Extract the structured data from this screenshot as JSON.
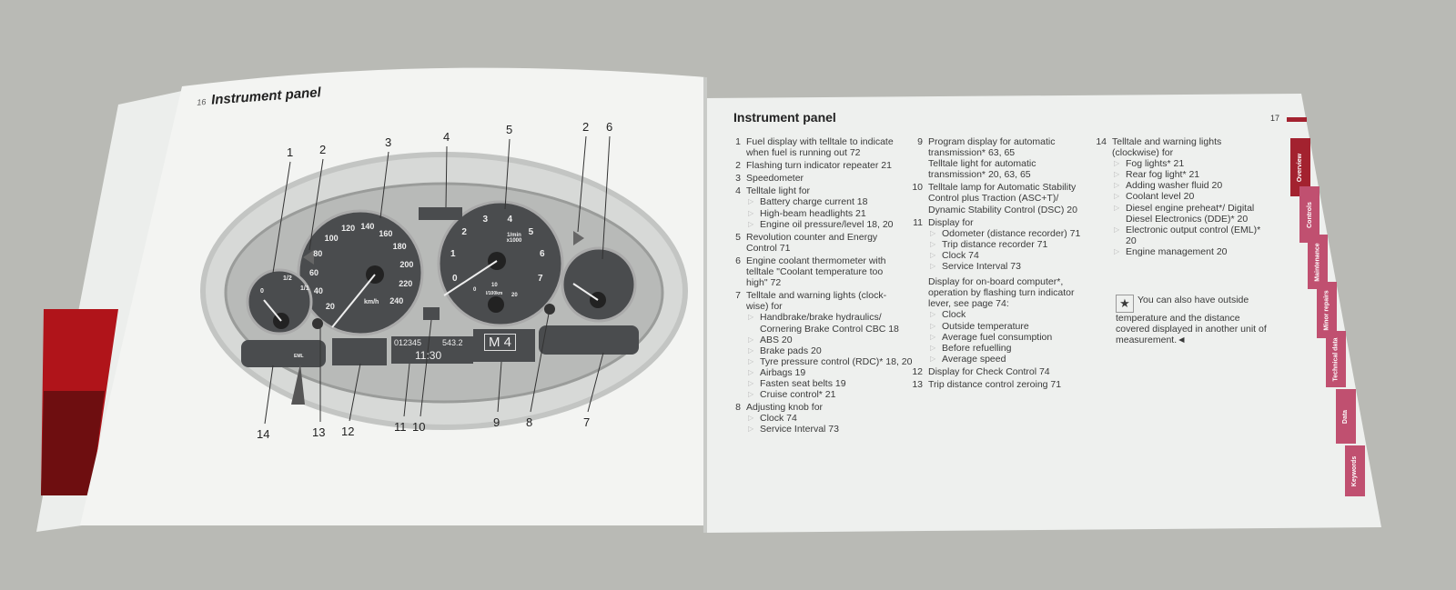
{
  "left_page": {
    "page_number": "16",
    "title": "Instrument panel",
    "callouts_top": [
      "1",
      "2",
      "3",
      "4",
      "5",
      "2",
      "6"
    ],
    "callouts_bottom": [
      "14",
      "13",
      "12",
      "11",
      "10",
      "9",
      "8",
      "7"
    ],
    "illustration": {
      "speedo_ticks": [
        "20",
        "40",
        "60",
        "80",
        "100",
        "120",
        "140",
        "160",
        "180",
        "200",
        "220",
        "240"
      ],
      "speedo_unit": "km/h",
      "tacho_ticks": [
        "0",
        "1",
        "2",
        "3",
        "4",
        "5",
        "6",
        "7"
      ],
      "tacho_unit": "1/min x1000",
      "economy_ticks": [
        "0",
        "10",
        "20"
      ],
      "economy_unit": "l/100km",
      "fuel_ticks": [
        "0",
        "1/2",
        "1/1"
      ],
      "odometer": "012345",
      "trip": "543.2",
      "clock": "11:30",
      "gear_display": "M 4",
      "eml_label": "EML"
    }
  },
  "right_page": {
    "title": "Instrument panel",
    "page_number": "17",
    "items": [
      {
        "n": "1",
        "lines": [
          "Fuel display with telltale to indicate",
          "when fuel is running out  72"
        ],
        "subs": []
      },
      {
        "n": "2",
        "lines": [
          "Flashing turn indicator repeater  21"
        ],
        "subs": []
      },
      {
        "n": "3",
        "lines": [
          "Speedometer"
        ],
        "subs": []
      },
      {
        "n": "4",
        "lines": [
          "Telltale light for"
        ],
        "subs": [
          "Battery charge current  18",
          "High-beam headlights  21",
          "Engine oil pressure/level  18, 20"
        ]
      },
      {
        "n": "5",
        "lines": [
          "Revolution counter and Energy",
          "Control  71"
        ],
        "subs": []
      },
      {
        "n": "6",
        "lines": [
          "Engine coolant thermometer with",
          "telltale \"Coolant temperature too",
          "high\"  72"
        ],
        "subs": []
      },
      {
        "n": "7",
        "lines": [
          "Telltale and warning lights (clock-",
          "wise) for"
        ],
        "subs": [
          "Handbrake/brake hydraulics/ Cornering Brake Control CBC  18",
          "ABS  20",
          "Brake pads  20",
          "Tyre pressure control (RDC)*  18, 20",
          "Airbags  19",
          "Fasten seat belts  19",
          "Cruise control*  21"
        ]
      },
      {
        "n": "8",
        "lines": [
          "Adjusting knob for"
        ],
        "subs": [
          "Clock  74",
          "Service Interval  73"
        ]
      }
    ],
    "items_col2": [
      {
        "n": "9",
        "lines": [
          "Program display for automatic",
          "transmission*  63, 65",
          "Telltale light for automatic",
          "transmission*  20, 63, 65"
        ],
        "subs": []
      },
      {
        "n": "10",
        "lines": [
          "Telltale lamp for Automatic Stability",
          "Control plus Traction (ASC+T)/",
          "Dynamic Stability Control (DSC)  20"
        ],
        "subs": []
      },
      {
        "n": "11",
        "lines": [
          "Display for"
        ],
        "subs": [
          "Odometer (distance recorder)  71",
          "Trip distance recorder  71",
          "Clock  74",
          "Service Interval  73"
        ],
        "extra": [
          "Display for on-board computer*,",
          "operation by flashing turn indicator",
          "lever, see page 74:"
        ],
        "extra_subs": [
          "Clock",
          "Outside temperature",
          "Average fuel consumption",
          "Before refuelling",
          "Average speed"
        ]
      },
      {
        "n": "12",
        "lines": [
          "Display for Check Control  74"
        ],
        "subs": []
      },
      {
        "n": "13",
        "lines": [
          "Trip distance control zeroing  71"
        ],
        "subs": []
      }
    ],
    "items_col3": [
      {
        "n": "14",
        "lines": [
          "Telltale and warning lights",
          "(clockwise) for"
        ],
        "subs": [
          "Fog lights*  21",
          "Rear fog light*  21",
          "Adding washer fluid  20",
          "Coolant level  20",
          "Diesel engine preheat*/ Digital Diesel Electronics (DDE)*  20",
          "Electronic output control (EML)*  20",
          "Engine management  20"
        ]
      }
    ],
    "note": "You can also have outside temperature and the distance covered displayed in another unit of measurement.◄",
    "tabs": [
      "Overview",
      "Controls",
      "Maintenance",
      "Minor repairs",
      "Technical data",
      "Data",
      "Keywords"
    ],
    "active_tab": "Overview"
  },
  "colors": {
    "accent": "#a3222f",
    "tab": "#c05070",
    "page": "#f2f3f1",
    "background": "#b9bab5"
  }
}
